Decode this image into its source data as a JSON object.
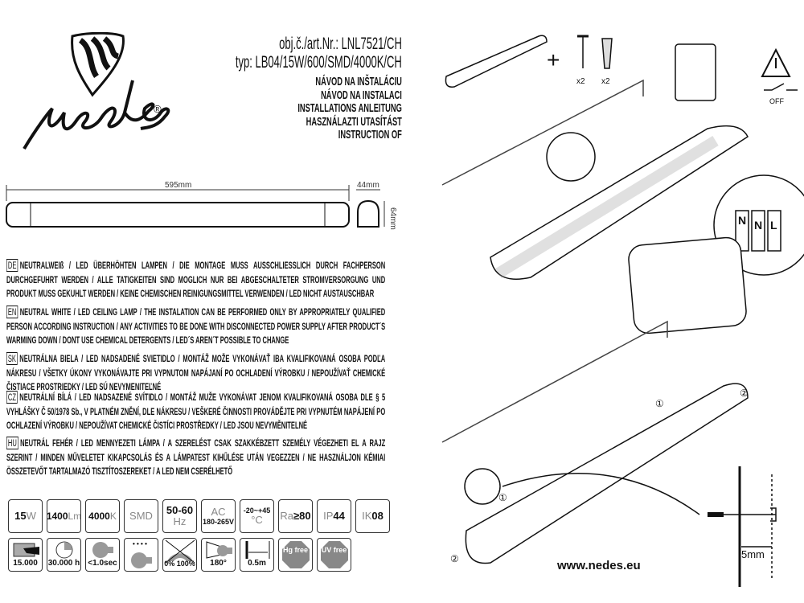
{
  "brand": {
    "name": "nedes",
    "registered": "®",
    "website": "www.nedes.eu"
  },
  "header": {
    "article": "obj.č./art.Nr.: LNL7521/CH",
    "type": "typ: LB04/15W/600/SMD/4000K/CH",
    "titles": [
      "NÁVOD NA INŠTALÁCIU",
      "NÁVOD NA INSTALACI",
      "INSTALLATIONS ANLEITUNG",
      "HASZNÁLAZTI UTASÍTÁST",
      "INSTRUCTION OF"
    ]
  },
  "dimensions": {
    "length": "595mm",
    "width": "44mm",
    "height": "64mm"
  },
  "paragraphs": [
    {
      "code": "DE",
      "text": "NEUTRALWEIß / LED ÜBERHÖHTEN LAMPEN / DIE MONTAGE MUSS AUSSCHLIESSLICH DURCH FACHPERSON DURCHGEFUHRT WERDEN / ALLE TATIGKEITEN SIND MOGLICH NUR BEI ABGESCHALTETER STROMVERSORGUNG UND PRODUKT MUSS GEKUHLT WERDEN / KEINE CHEMISCHEN REINIGUNGSMITTEL VERWENDEN / LED NICHT AUSTAUSCHBAR"
    },
    {
      "code": "EN",
      "text": "NEUTRAL WHITE / LED CEILING LAMP / THE INSTALATION CAN BE PERFORMED ONLY BY APPROPRIATELY QUALIFIED PERSON ACCORDING INSTRUCTION / ANY ACTIVITIES TO BE DONE WITH DISCONNECTED POWER SUPPLY AFTER PRODUCT´S WARMING DOWN / DONT USE CHEMICAL DETERGENTS / LED´S AREN´T POSSIBLE TO CHANGE"
    },
    {
      "code": "SK",
      "text": "NEUTRÁLNA BIELA / LED NADSADENÉ SVIETIDLO / MONTÁŽ MOŽE VYKONÁVAŤ IBA KVALIFIKOVANÁ OSOBA PODĽA NÁKRESU / VŠETKY ÚKONY VYKONÁVAJTE PRI VYPNUTOM NAPÁJANÍ PO OCHLADENÍ VÝROBKU / NEPOUŽÍVAŤ CHEMICKÉ ČISTIACE PROSTRIEDKY / LED SÚ NEVYMENITEĽNÉ"
    },
    {
      "code": "CZ",
      "text": "NEUTRÁLNÍ BÍLÁ / LED NADSAZENÉ SVÍTIDLO / MONTÁŽ MUŽE VYKONÁVAT JENOM KVALIFIKOVANÁ OSOBA DLE § 5 VYHLÁŠKY Č 50/1978 Sb., V PLATNÉM ZNĚNÍ, DLE NÁKRESU / VEŠKERÉ ČINNOSTI PROVÁDĚJTE PRI VYPNUTÉM NAPÁJENÍ PO OCHLAZENÍ VÝROBKU / NEPOUŽÍVAT CHEMICKÉ ČISTÍCI PROSTŘEDKY / LED JSOU NEVYMĚNITELNÉ"
    },
    {
      "code": "HU",
      "text": "NEUTRÁL FEHÉR / LED MENNYEZETI LÁMPA / A SZERELÉST CSAK SZAKKÉBZETT SZEMÉLY VÉGEZHETI EL A RAJZ SZERINT / MINDEN MŰVELETET KIKAPCSOLÁS ÉS A LÁMPATEST KIHŰLÉSE UTÁN VEGEZZEN / NE HASZNÁLJON KÉMIAI ÖSSZETEVŐT TARTALMAZÓ TISZTÍTOSZEREKET / A LED NEM CSERÉLHETŐ"
    }
  ],
  "specs": [
    {
      "main": "15",
      "unit": "W"
    },
    {
      "main": "1400",
      "unit": "Lm"
    },
    {
      "main": "4000",
      "unit": "K"
    },
    {
      "main": "",
      "unit": "SMD"
    },
    {
      "main": "50-60",
      "unit": "Hz"
    },
    {
      "main": "AC",
      "unit": "180-265V"
    },
    {
      "main": "-20~+45",
      "unit": "°C"
    },
    {
      "main": "≥80",
      "unit": "Ra"
    },
    {
      "main": "44",
      "unit": "IP"
    },
    {
      "main": "08",
      "unit": "IK"
    }
  ],
  "features": [
    {
      "icon": "switch-cycles-icon",
      "label": "15.000"
    },
    {
      "icon": "lifetime-clock-icon",
      "label": "30.000 h"
    },
    {
      "icon": "start-time-bulb-icon",
      "label": "<1.0sec"
    },
    {
      "icon": "humidity-bulb-icon",
      "label": ""
    },
    {
      "icon": "non-dimmable-icon",
      "label": "0% 100%"
    },
    {
      "icon": "beam-angle-icon",
      "label": "180°"
    },
    {
      "icon": "min-distance-icon",
      "label": "0.5m"
    },
    {
      "icon": "hg-free-icon",
      "label": "Hg free"
    },
    {
      "icon": "uv-free-icon",
      "label": "UV free"
    }
  ],
  "diagram": {
    "qty_screws": "x2",
    "qty_plugs": "x2",
    "plus": "+",
    "off_label": "OFF",
    "terminals": [
      "N",
      "N",
      "L"
    ],
    "step1": "①",
    "step2": "②",
    "screw_distance": "5mm"
  }
}
